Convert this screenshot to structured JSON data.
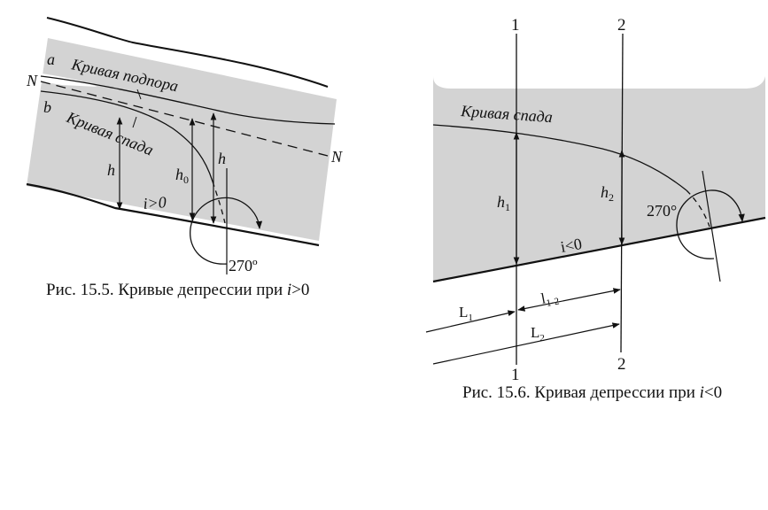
{
  "figure_left": {
    "caption_prefix": "Рис. 15.5. Кривые депрессии при ",
    "caption_var": "i",
    "caption_suffix": ">0",
    "label_a": "a",
    "label_b": "b",
    "label_N_left": "N",
    "label_N_right": "N",
    "curve_backwater": "Кривая подпора",
    "curve_drawdown": "Кривая спада",
    "h_label": "h",
    "h0_main": "h",
    "h0_sub": "0",
    "h_right_label": "h",
    "slope_label": "i>0",
    "angle_label": "270º"
  },
  "figure_right": {
    "caption_prefix": "Рис. 15.6. Кривая депрессии при ",
    "caption_var": "i",
    "caption_suffix": "<0",
    "section_1_top": "1",
    "section_2_top": "2",
    "section_1_bottom": "1",
    "section_2_bottom": "2",
    "curve_drawdown": "Кривая спада",
    "h1_main": "h",
    "h1_sub": "1",
    "h2_main": "h",
    "h2_sub": "2",
    "angle_label": "270°",
    "slope_label": "i<0",
    "L1_main": "L",
    "L1_sub": "1",
    "l12_main": "l",
    "l12_sub": "1-2",
    "L2_main": "L",
    "L2_sub": "2"
  }
}
